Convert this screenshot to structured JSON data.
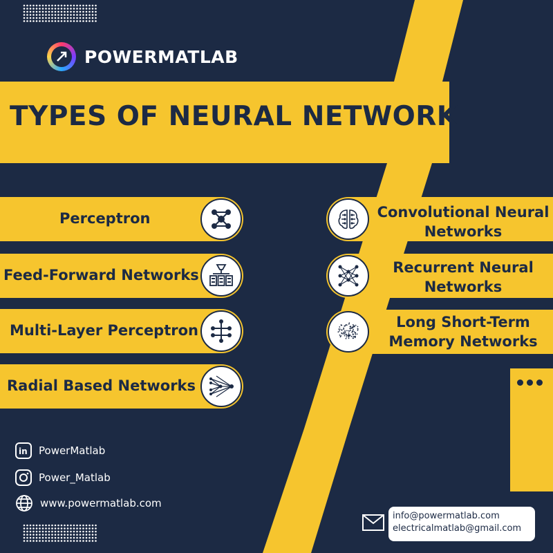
{
  "brand": {
    "name": "POWERMATLAB"
  },
  "title": "TYPES OF NEURAL NETWORK",
  "left_items": [
    {
      "label": "Perceptron",
      "icon": "network-nodes-icon"
    },
    {
      "label": "Feed-Forward Networks",
      "icon": "funnel-documents-icon"
    },
    {
      "label": "Multi-Layer Perceptron",
      "icon": "hierarchy-icon"
    },
    {
      "label": "Radial Based Networks",
      "icon": "radial-fan-icon"
    }
  ],
  "right_items": [
    {
      "line1": "Convolutional Neural",
      "line2": "Networks",
      "icon": "brain-circuit-icon"
    },
    {
      "line1": "Recurrent Neural",
      "line2": "Networks",
      "icon": "mesh-network-icon"
    },
    {
      "line1": "Long Short-Term",
      "line2": "Memory Networks",
      "icon": "dotted-brain-icon"
    }
  ],
  "social": {
    "linkedin": "PowerMatlab",
    "instagram": "Power_Matlab",
    "website": "www.powermatlab.com"
  },
  "contact": {
    "email1": "info@powermatlab.com",
    "email2": "electricalmatlab@gmail.com"
  },
  "colors": {
    "navy": "#1c2a44",
    "yellow": "#f6c52e",
    "white": "#ffffff"
  }
}
